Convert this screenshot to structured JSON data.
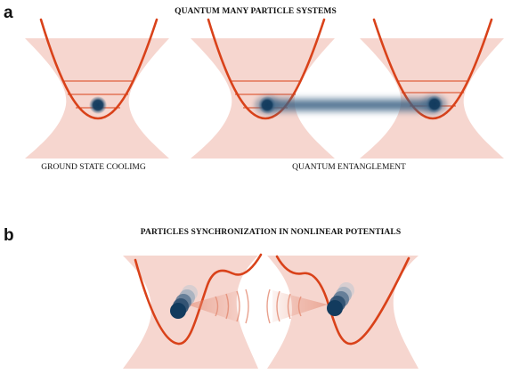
{
  "panel_a": {
    "letter": "a",
    "title": "QUANTUM MANY PARTICLE SYSTEMS",
    "captions": {
      "left": "GROUND STATE COOLIMG",
      "right": "QUANTUM ENTANGLEMENT"
    }
  },
  "panel_b": {
    "letter": "b",
    "title": "PARTICLES SYNCHRONIZATION IN NONLINEAR POTENTIALS"
  },
  "colors": {
    "beam": "#f6d6cf",
    "potential": "#d9421a",
    "particle": "#123b5e",
    "entanglement": "#44698a",
    "emission": "#e38a72"
  },
  "icons": [
    "optical-trap-beam",
    "harmonic-potential",
    "energy-level",
    "trapped-particle",
    "entanglement-bridge",
    "nonlinear-potential",
    "emission-cone"
  ]
}
